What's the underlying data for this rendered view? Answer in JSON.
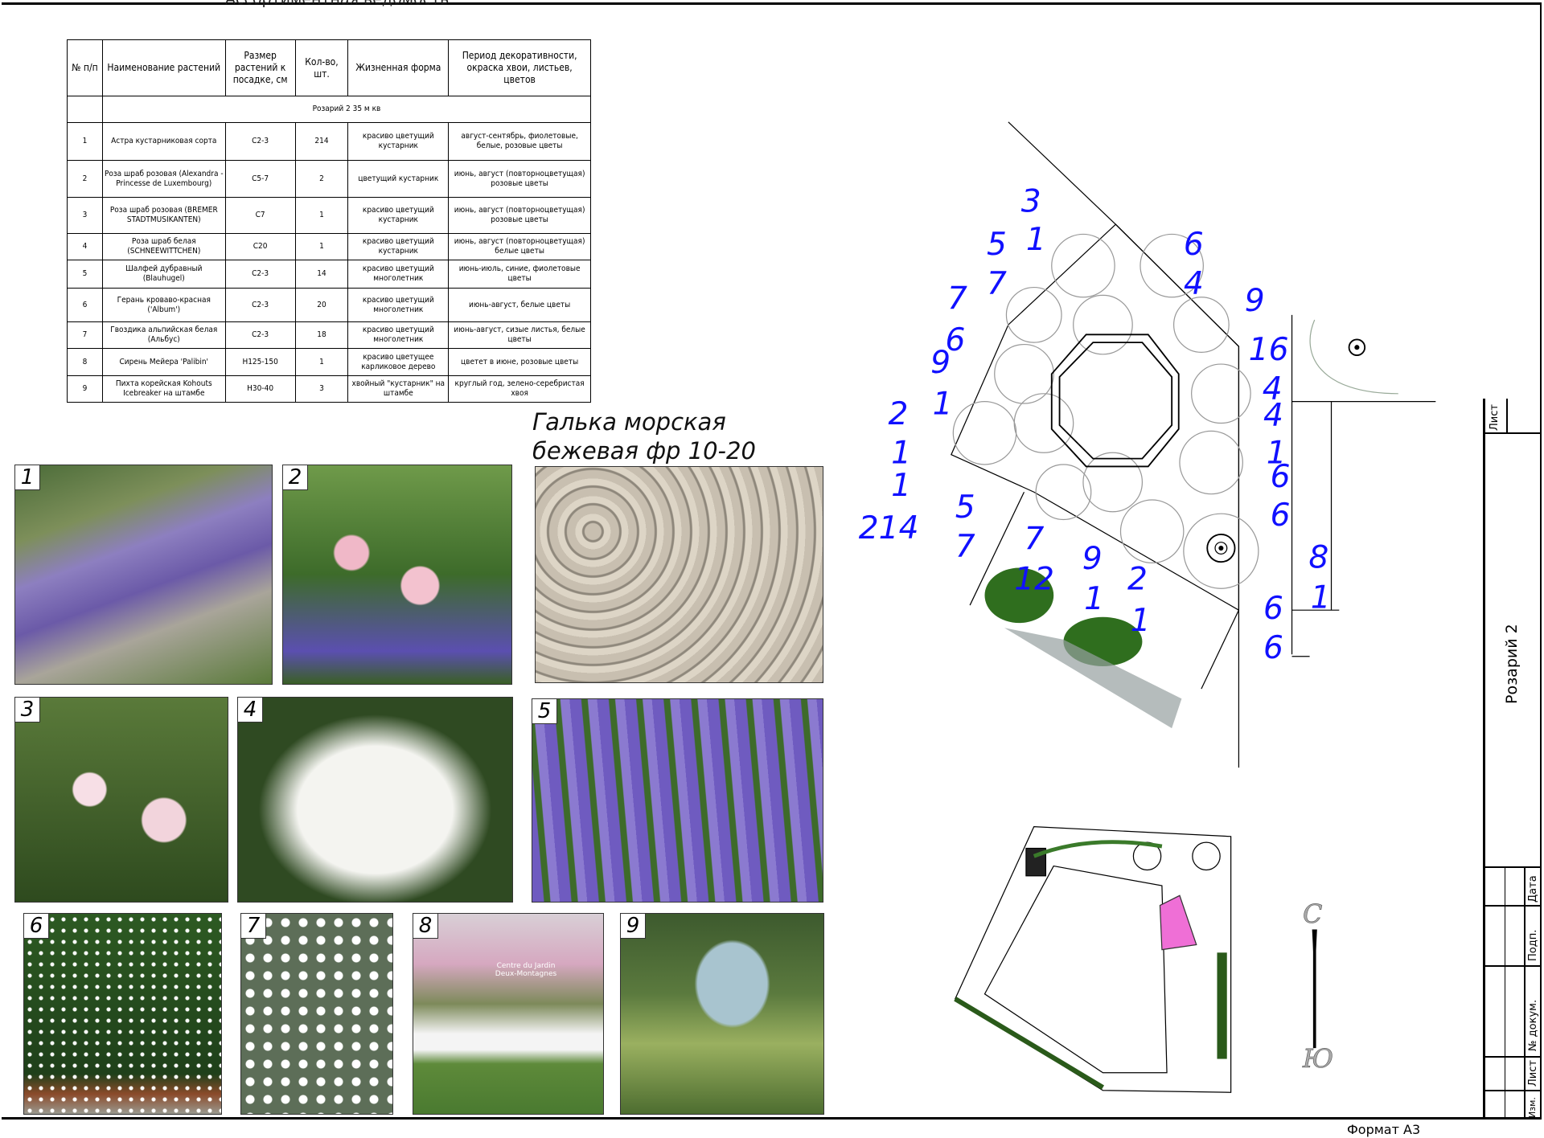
{
  "table": {
    "title": "Ассортиментная ведомость",
    "headers": [
      "№ п/п",
      "Наименование растений",
      "Размер растений к посадке, см",
      "Кол-во, шт.",
      "Жизненная форма",
      "Период декоративности, окраска хвои, листьев, цветов"
    ],
    "section": "Розарий 2  35 м кв",
    "rows": [
      [
        "1",
        "Астра кустарниковая сорта",
        "C2-3",
        "214",
        "красиво цветущий кустарник",
        "август-сентябрь, фиолетовые, белые, розовые цветы"
      ],
      [
        "2",
        "Роза шраб розовая (Alexandra - Princesse de Luxembourg)",
        "C5-7",
        "2",
        "цветущий кустарник",
        "июнь, август (повторноцветущая) розовые цветы"
      ],
      [
        "3",
        "Роза шраб розовая (BREMER STADTMUSIKANTEN)",
        "C7",
        "1",
        "красиво цветущий кустарник",
        "июнь, август (повторноцветущая) розовые цветы"
      ],
      [
        "4",
        "Роза шраб белая (SCHNEEWITTCHEN)",
        "C20",
        "1",
        "красиво цветущий кустарник",
        "июнь, август (повторноцветущая) белые цветы"
      ],
      [
        "5",
        "Шалфей дубравный (Blauhugel)",
        "C2-3",
        "14",
        "красиво цветущий многолетник",
        "июнь-июль, синие, фиолетовые цветы"
      ],
      [
        "6",
        "Герань кроваво-красная ('Album')",
        "C2-3",
        "20",
        "красиво цветущий многолетник",
        "июнь-август, белые цветы"
      ],
      [
        "7",
        "Гвоздика альпийская белая (Альбус)",
        "C2-3",
        "18",
        "красиво цветущий многолетник",
        "июнь-август, сизые листья, белые цветы"
      ],
      [
        "8",
        "Сирень Мейера 'Palibin'",
        "H125-150",
        "1",
        "красиво цветущее карликовое дерево",
        "цветет в июне, розовые цветы"
      ],
      [
        "9",
        "Пихта корейская Kohouts Icebreaker на штамбе",
        "H30-40",
        "3",
        "хвойный \"кустарник\" на штамбе",
        "круглый год,  зелено-серебристая хвоя"
      ]
    ]
  },
  "photos": {
    "n1": "1",
    "n2": "2",
    "n3": "3",
    "n4": "4",
    "n5": "5",
    "n6": "6",
    "n7": "7",
    "n8": "8",
    "n9": "9",
    "watermark8": "Centre du Jardin Deux-Montagnes"
  },
  "pebble_caption": {
    "line1": "Галька морская",
    "line2": "бежевая фр  10-20"
  },
  "plan": {
    "labels": [
      "3",
      "1",
      "5",
      "7",
      "6",
      "4",
      "7",
      "6",
      "9",
      "1",
      "9",
      "16",
      "4",
      "4",
      "1",
      "6",
      "6",
      "2",
      "1",
      "1",
      "214",
      "5",
      "7",
      "7",
      "12",
      "9",
      "1",
      "2",
      "1",
      "8",
      "1",
      "6",
      "6"
    ]
  },
  "compass": {
    "north": "С",
    "south": "Ю"
  },
  "title_block": {
    "sheet": "Лист",
    "name": "Розарий 2",
    "izm": "Изм.",
    "list": "Лист",
    "doc": "№ докум.",
    "sign": "Подп.",
    "date": "Дата"
  },
  "format": "Формат А3",
  "colors": {
    "label": "#1010ff",
    "shrub": "#2f6e1e"
  }
}
